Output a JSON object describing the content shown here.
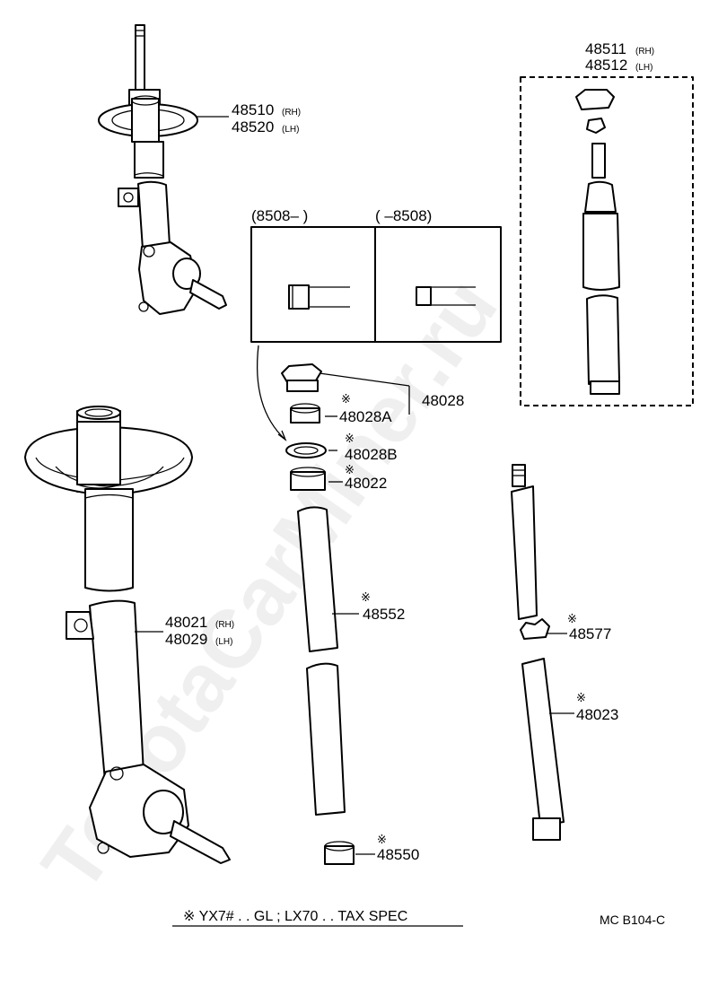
{
  "watermark": "ToyotaCarMiner.ru",
  "date_ranges": {
    "left": "(8508–       )",
    "right": "(       –8508)"
  },
  "parts": {
    "p48510": {
      "number": "48510",
      "side": "(RH)"
    },
    "p48520": {
      "number": "48520",
      "side": "(LH)"
    },
    "p48511": {
      "number": "48511",
      "side": "(RH)"
    },
    "p48512": {
      "number": "48512",
      "side": "(LH)"
    },
    "p48028": {
      "number": "48028"
    },
    "p48028A": {
      "number": "48028A",
      "mark": "※"
    },
    "p48028B": {
      "number": "48028B",
      "mark": "※"
    },
    "p48022": {
      "number": "48022",
      "mark": "※"
    },
    "p48552": {
      "number": "48552",
      "mark": "※"
    },
    "p48021": {
      "number": "48021",
      "side": "(RH)"
    },
    "p48029": {
      "number": "48029",
      "side": "(LH)"
    },
    "p48577": {
      "number": "48577",
      "mark": "※"
    },
    "p48023": {
      "number": "48023",
      "mark": "※"
    },
    "p48550": {
      "number": "48550",
      "mark": "※"
    }
  },
  "footnote": "※ YX7# . . GL ; LX70 . . TAX SPEC",
  "diagram_code": "MC B104-C"
}
